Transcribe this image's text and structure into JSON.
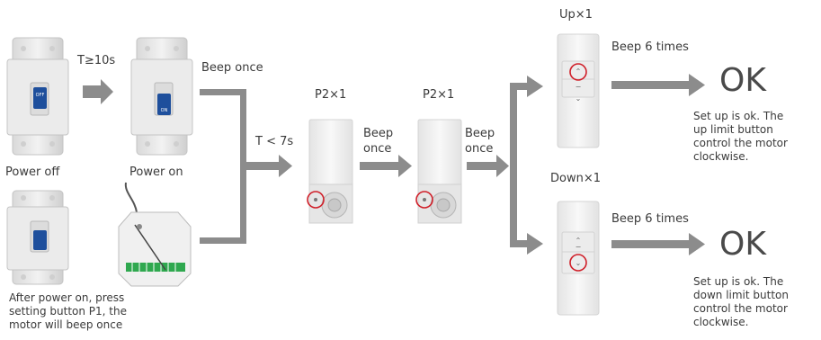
{
  "labels": {
    "t_ge_10s": "T≥10s",
    "beep_once_top": "Beep once",
    "power_off": "Power off",
    "power_on": "Power on",
    "t_lt_7s": "T < 7s",
    "p2_x1_first": "P2×1",
    "p2_x1_second": "P2×1",
    "beep_once_1": "Beep\nonce",
    "beep_once_2": "Beep\nonce",
    "up_x1": "Up×1",
    "down_x1": "Down×1",
    "beep_6_top": "Beep 6 times",
    "beep_6_bottom": "Beep 6 times",
    "ok_top": "OK",
    "ok_bottom": "OK",
    "desc_top": "Set up is ok. The\nup limit button\ncontrol the motor\nclockwise.",
    "desc_bottom": "Set up is ok. The\ndown limit button\ncontrol the motor\nclockwise.",
    "after_power_on": "After power on, press\nsetting button P1, the\nmotor will beep once"
  },
  "breaker_labels": {
    "off": "OFF",
    "on": "ON"
  },
  "colors": {
    "arrow": "#8c8c8c",
    "highlight_circle": "#d0202a",
    "device_face": "#f1f1f1",
    "device_edge": "#d4d4d4",
    "breaker_body": "#e6e6e6",
    "breaker_switch": "#1e4f9c",
    "terminal_green": "#2fa84f"
  }
}
